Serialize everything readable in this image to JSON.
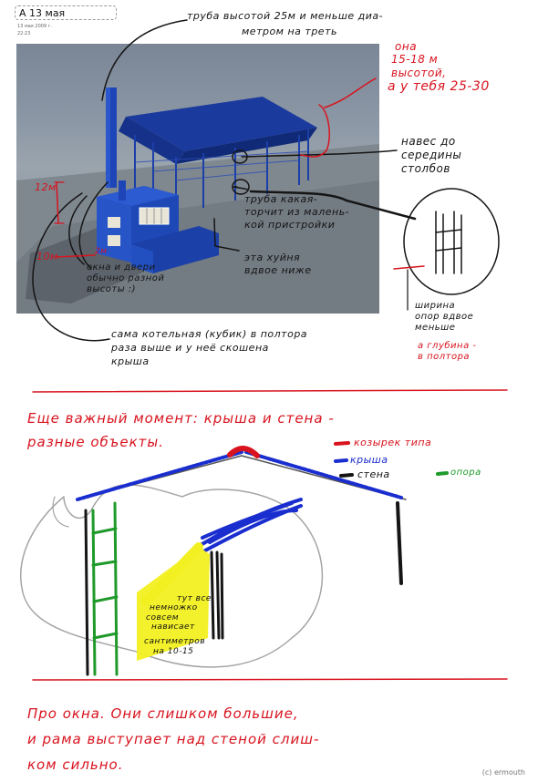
{
  "note": {
    "title": "A 13 мая",
    "date": "13 мая 2009 г.",
    "time": "22:23"
  },
  "annotations": {
    "pipe_top": [
      "труба высотой 25м и меньше диа-",
      "метром на треть"
    ],
    "height_right": [
      "она",
      "15-18 м",
      "высотой,",
      "а у тебя 25-30"
    ],
    "canopy": [
      "навес до",
      "середины",
      "столбов"
    ],
    "pipe_side": [
      "труба какая-",
      "торчит из малень-",
      "кой пристройки"
    ],
    "extension": [
      "эта хуйня",
      "вдвое ниже"
    ],
    "windows": [
      "окна и двери",
      "обычно разной",
      "высоты :)"
    ],
    "boiler": [
      "сама котельная (кубик) в полтора",
      "раза выше и у неё скошена",
      "крыша"
    ],
    "support": [
      "ширина",
      "опор вдвое",
      "меньше"
    ],
    "support_red": [
      "а глубина -",
      "в полтора"
    ],
    "label_12m": "12м",
    "label_10m": "10м",
    "label_2m": "2м"
  },
  "section2": {
    "heading": [
      "Еще важный момент: крыша и стена -",
      "разные объекты."
    ],
    "legend": [
      {
        "text": "козырек типа",
        "color": "#d8131e"
      },
      {
        "text": "крыша",
        "color": "#1a2ecf"
      },
      {
        "text": "стена",
        "color": "#111111"
      },
      {
        "text": "опора",
        "color": "#1f9a2a"
      }
    ],
    "yellow_note": [
      "тут все",
      "немножко",
      "совсем",
      "нависает",
      "сантиметров",
      "на 10-15"
    ]
  },
  "section3": {
    "text": [
      "Про окна. Они слишком большие,",
      "и рама выступает над стеной слиш-",
      "ком сильно."
    ]
  },
  "credit": "(c) ermouth",
  "colors": {
    "ink": "#151515",
    "red_pen": "#d8131e",
    "blue_pen": "#1a2ecf",
    "green_pen": "#1f9a2a",
    "building_blue": "#1b3fa8",
    "highlight_yellow": "#f2f020"
  }
}
